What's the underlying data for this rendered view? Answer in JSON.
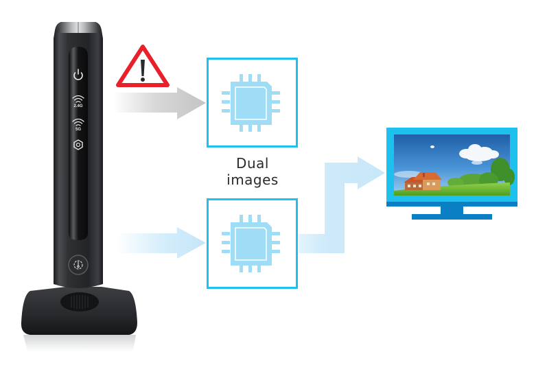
{
  "diagram": {
    "caption": {
      "line1": "Dual",
      "line2": "images"
    },
    "router": {
      "leds": [
        {
          "icon": "power-icon",
          "label": ""
        },
        {
          "icon": "wifi-icon",
          "label": "2.4G"
        },
        {
          "icon": "wifi-icon",
          "label": "5G"
        },
        {
          "icon": "wps-icon",
          "label": ""
        }
      ],
      "button_icon": "reset-icon",
      "body_color": "#2a2c2f"
    },
    "warning": {
      "icon": "warning-triangle-icon",
      "stroke_color": "#e8202a"
    },
    "arrows": {
      "failed_path_color": "#c8c8c8",
      "active_path_color": "#c7e7f8"
    },
    "firmware_slots": [
      {
        "name": "image-1",
        "status": "corrupted",
        "border_color": "#1ec0ee",
        "chip_color": "#9fdcf6"
      },
      {
        "name": "image-2",
        "status": "active",
        "border_color": "#1ec0ee",
        "chip_color": "#9fdcf6"
      }
    ],
    "display": {
      "bezel_color": "#1ec0ee",
      "stand_color": "#0a7fc4",
      "screen_scene": "house-landscape"
    }
  }
}
